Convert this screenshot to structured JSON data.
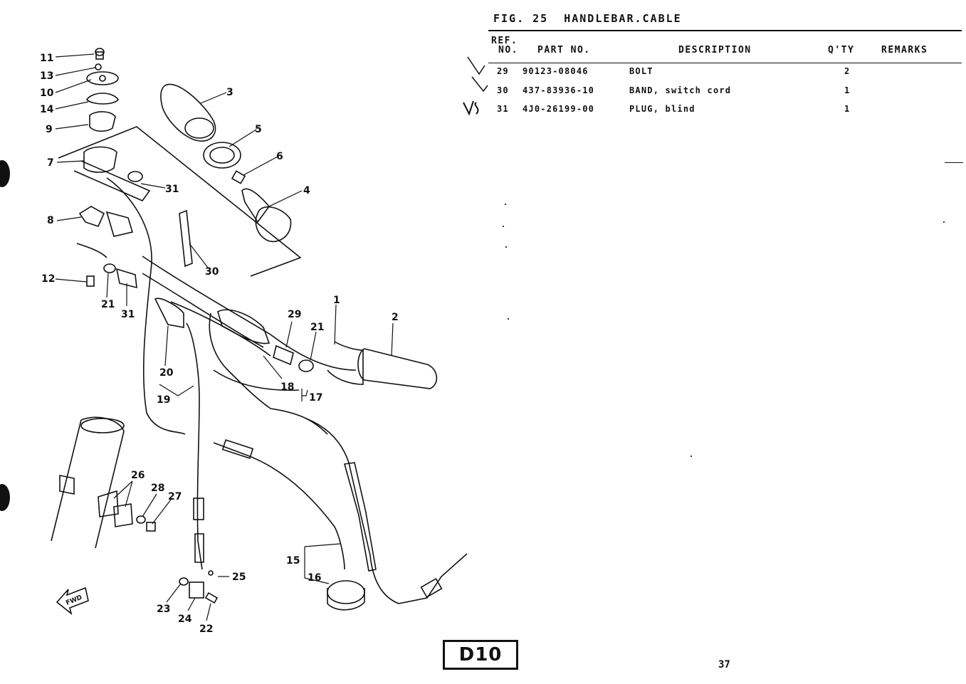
{
  "figure": {
    "label": "FIG. 25",
    "title": "HANDLEBAR.CABLE"
  },
  "table": {
    "headers": {
      "ref_line1": "REF.",
      "ref_line2": "NO.",
      "part_no": "PART NO.",
      "description": "DESCRIPTION",
      "qty": "Q'TY",
      "remarks": "REMARKS"
    },
    "rows": [
      {
        "ref": "29",
        "part_no": "90123-08046",
        "description": "BOLT",
        "qty": "2",
        "remarks": ""
      },
      {
        "ref": "30",
        "part_no": "437-83936-10",
        "description": "BAND, switch cord",
        "qty": "1",
        "remarks": ""
      },
      {
        "ref": "31",
        "part_no": "4J0-26199-00",
        "description": "PLUG, blind",
        "qty": "1",
        "remarks": ""
      }
    ]
  },
  "handwritten_mark": "√S",
  "callouts": [
    "11",
    "13",
    "10",
    "14",
    "9",
    "7",
    "8",
    "12",
    "21",
    "31",
    "31",
    "3",
    "5",
    "6",
    "4",
    "30",
    "29",
    "21",
    "1",
    "2",
    "20",
    "19",
    "18",
    "17",
    "26",
    "28",
    "27",
    "15",
    "16",
    "25",
    "23",
    "24",
    "22"
  ],
  "fwd_label": "FWD",
  "plate_code": "D10",
  "page_number": "37"
}
